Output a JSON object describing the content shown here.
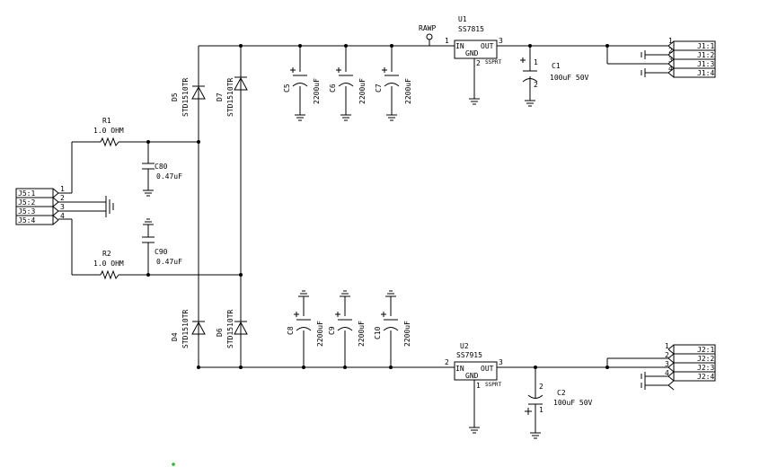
{
  "connectors": {
    "j5": {
      "labels": [
        "J5:1",
        "J5:2",
        "J5:3",
        "J5:4"
      ],
      "pins": [
        "1",
        "2",
        "3",
        "4"
      ]
    },
    "j1": {
      "labels": [
        "J1:1",
        "J1:2",
        "J1:3",
        "J1:4"
      ],
      "pins": [
        "1",
        "2",
        "3",
        "4"
      ]
    },
    "j2": {
      "labels": [
        "J2:1",
        "J2:2",
        "J2:3",
        "J2:4"
      ],
      "pins": [
        "1",
        "2",
        "3",
        "4"
      ]
    }
  },
  "resistors": {
    "r1": {
      "ref": "R1",
      "value": "1.0 OHM"
    },
    "r2": {
      "ref": "R2",
      "value": "1.0 OHM"
    }
  },
  "capacitors": {
    "c80": {
      "ref": "C80",
      "value": "0.47uF"
    },
    "c90": {
      "ref": "C90",
      "value": "0.47uF"
    },
    "c5": {
      "ref": "C5",
      "value": "2200uF"
    },
    "c6": {
      "ref": "C6",
      "value": "2200uF"
    },
    "c7": {
      "ref": "C7",
      "value": "2200uF"
    },
    "c8": {
      "ref": "C8",
      "value": "2200uF"
    },
    "c9": {
      "ref": "C9",
      "value": "2200uF"
    },
    "c10": {
      "ref": "C10",
      "value": "2200uF"
    },
    "c1": {
      "ref": "C1",
      "value": "100uF 50V",
      "pin_top": "1",
      "pin_bottom": "2"
    },
    "c2": {
      "ref": "C2",
      "value": "100uF 50V",
      "pin_top": "2",
      "pin_bottom": "1"
    }
  },
  "diodes": {
    "d4": {
      "ref": "D4",
      "part": "STD1510TR"
    },
    "d5": {
      "ref": "D5",
      "part": "STD1510TR"
    },
    "d6": {
      "ref": "D6",
      "part": "STD1510TR"
    },
    "d7": {
      "ref": "D7",
      "part": "STD1510TR"
    }
  },
  "regulators": {
    "u1": {
      "ref": "U1",
      "part": "SS7815",
      "in": "IN",
      "out": "OUT",
      "gnd": "GND",
      "pin_in": "1",
      "pin_out": "3",
      "pin_gnd": "2",
      "tag": "SSPRT"
    },
    "u2": {
      "ref": "U2",
      "part": "SS7915",
      "in": "IN",
      "out": "OUT",
      "gnd": "GND",
      "pin_in": "2",
      "pin_out": "3",
      "pin_gnd": "1",
      "tag": "SSPRT"
    }
  },
  "net_label": "RAWP",
  "colors": {
    "wire": "#000000",
    "marker": "#22bb22"
  }
}
